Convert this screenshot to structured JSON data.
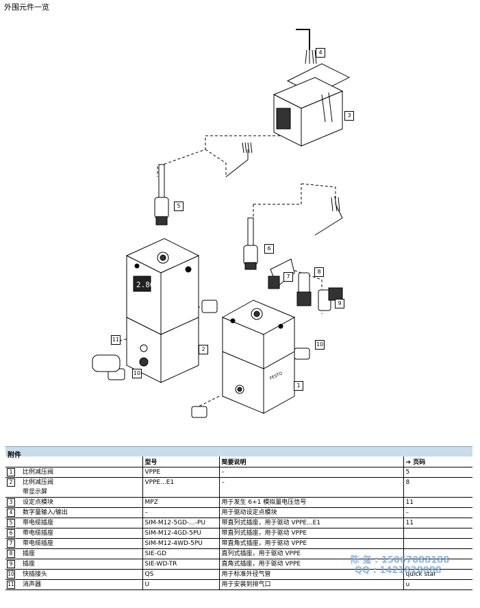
{
  "page_title": "外围元件一览",
  "callouts": [
    "1",
    "2",
    "3",
    "4",
    "5",
    "6",
    "7",
    "8",
    "9",
    "10",
    "10",
    "11"
  ],
  "accessories": {
    "section_title": "附件",
    "headers": {
      "number": "",
      "name": "",
      "model": "型号",
      "description": "简要说明",
      "page": "➔ 页码"
    },
    "rows": [
      {
        "no": "1",
        "name": "比例减压阀",
        "name2": "",
        "model": "VPPE",
        "description": "–",
        "page": "5"
      },
      {
        "no": "2",
        "name": "比例减压阀",
        "name2": "带显示屏",
        "model": "VPPE...E1",
        "description": "–",
        "page": "8"
      },
      {
        "no": "3",
        "name": "设定点模块",
        "name2": "",
        "model": "MPZ",
        "description": "用于发生 6+1 模拟量电压信号",
        "page": "11"
      },
      {
        "no": "4",
        "name": "数字量输入/输出",
        "name2": "",
        "model": "–",
        "description": "用于驱动设定点模块",
        "page": "–"
      },
      {
        "no": "5",
        "name": "带电缆插座",
        "name2": "",
        "model": "SIM-M12-5GD-...-PU",
        "description": "带直列式插座，用于驱动 VPPE...E1",
        "page": "11"
      },
      {
        "no": "6",
        "name": "带电缆插座",
        "name2": "",
        "model": "SIM-M12-4GD-5PU",
        "description": "带直列式插座，用于驱动 VPPE",
        "page": ""
      },
      {
        "no": "7",
        "name": "带电缆插座",
        "name2": "",
        "model": "SIM-M12-4WD-5PU",
        "description": "带直角式插座，用于驱动 VPPE",
        "page": ""
      },
      {
        "no": "8",
        "name": "插座",
        "name2": "",
        "model": "SIE-GD",
        "description": "直列式插座，用于驱动 VPPE",
        "page": ""
      },
      {
        "no": "9",
        "name": "插座",
        "name2": "",
        "model": "SIE-WD-TR",
        "description": "直角式插座，用于驱动 VPPE",
        "page": ""
      },
      {
        "no": "10",
        "name": "快插接头",
        "name2": "",
        "model": "QS",
        "description": "用于标准外径气管",
        "page": "quick star"
      },
      {
        "no": "11",
        "name": "消声器",
        "name2": "",
        "model": "U",
        "description": "用于安装到排气口",
        "page": "u"
      }
    ]
  },
  "watermark": {
    "line1": "陈 玺 : 15067088188",
    "line2": "QQ : 1421828088",
    "color": "#7fa9d8"
  },
  "product_labels": {
    "brand": "FESTO",
    "display_value": "2.80"
  }
}
